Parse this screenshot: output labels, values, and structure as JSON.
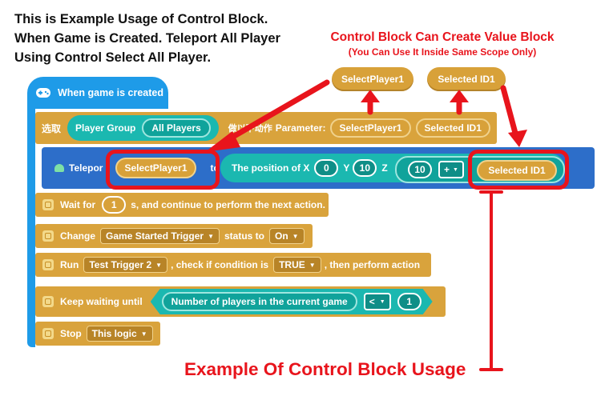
{
  "annotations": {
    "intro_lines": [
      "This is Example Usage of Control Block.",
      "When Game is Created. Teleport All Player",
      "Using Control Select All Player."
    ],
    "control_title": "Control Block Can Create Value Block",
    "control_sub": "(You Can Use It Inside Same Scope Only)",
    "usage_title": "Example Of Control Block Usage"
  },
  "value_blocks": [
    "SelectPlayer1",
    "Selected ID1"
  ],
  "event": {
    "label": "When game is created"
  },
  "select_row": {
    "label": "选取",
    "group": "Player Group",
    "group_value": "All Players",
    "tail": "做以下动作",
    "param_label": "Parameter:",
    "param1": "SelectPlayer1",
    "param2": "Selected ID1"
  },
  "teleport_row": {
    "label": "Telepor",
    "player": "SelectPlayer1",
    "to": "to",
    "position_label": "The position of X",
    "x": "0",
    "y_label": "Y",
    "y": "10",
    "z_label": "Z",
    "z_num": "10",
    "op": "+",
    "z_value": "Selected ID1"
  },
  "wait_row": {
    "prefix": "Wait for",
    "value": "1",
    "suffix": "s, and continue to perform the next action."
  },
  "change_row": {
    "prefix": "Change",
    "trigger": "Game Started Trigger",
    "middle": "status to",
    "state": "On"
  },
  "run_row": {
    "prefix": "Run",
    "trigger": "Test Trigger 2",
    "middle": ", check if condition is",
    "cond": "TRUE",
    "suffix": ", then perform action"
  },
  "keep_row": {
    "prefix": "Keep waiting until",
    "metric": "Number of players in the current game",
    "op": "<",
    "value": "1"
  },
  "stop_row": {
    "prefix": "Stop",
    "target": "This logic"
  },
  "colors": {
    "event": "#1e9be8",
    "action": "#d9a33c",
    "teal": "#1bb8b0",
    "teleport": "#2d6ec9",
    "annotation": "#e8141c"
  },
  "icons": [
    "gamepad-icon",
    "action-icon",
    "teleport-icon",
    "dropdown-caret-icon"
  ]
}
